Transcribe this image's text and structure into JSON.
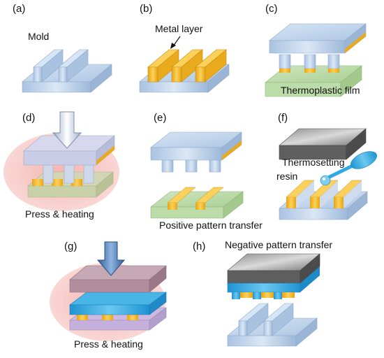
{
  "panels": {
    "a": {
      "label": "(a)",
      "caption": "Mold"
    },
    "b": {
      "label": "(b)",
      "caption": "Metal layer"
    },
    "c": {
      "label": "(c)",
      "caption": "Thermoplastic film"
    },
    "d": {
      "label": "(d)",
      "caption": "Press & heating"
    },
    "e": {
      "label": "(e)",
      "caption": "Positive pattern transfer"
    },
    "f": {
      "label": "(f)",
      "caption_line1": "Thermosetting",
      "caption_line2": "resin"
    },
    "g": {
      "label": "(g)",
      "caption": "Press & heating"
    },
    "h": {
      "label": "(h)",
      "caption": "Negative pattern transfer"
    }
  },
  "colors": {
    "mold": "#b9d0ea",
    "metal": "#f2b51f",
    "film": "#b7d7a3",
    "resin": "#2fa9e3",
    "stamp_dark": "#6f6f6f",
    "heat_glow": "#f6c4c1",
    "arrow": "#cfd7e3"
  }
}
